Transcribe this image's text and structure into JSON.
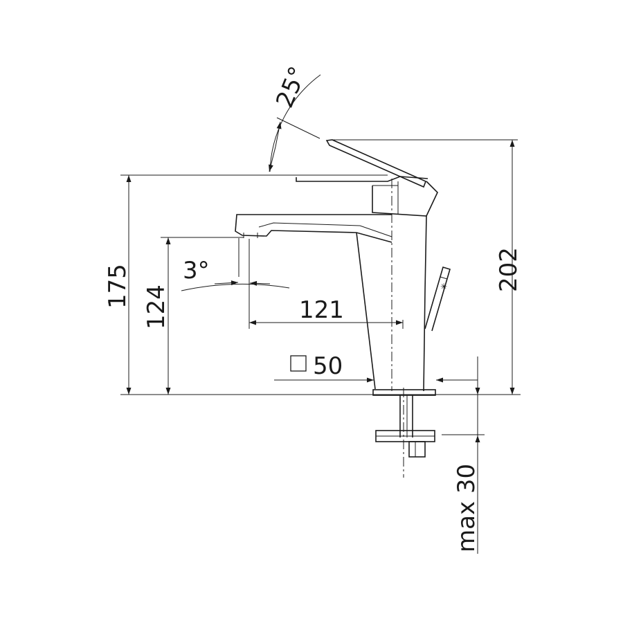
{
  "diagram": {
    "dimensions": {
      "lever_angle": "25°",
      "spout_angle": "3°",
      "total_height": "202",
      "body_height": "175",
      "spout_height": "124",
      "spout_reach": "121",
      "base_size": "50",
      "max_thickness": "max 30"
    },
    "colors": {
      "line": "#1a1a1a",
      "background": "#ffffff"
    }
  }
}
